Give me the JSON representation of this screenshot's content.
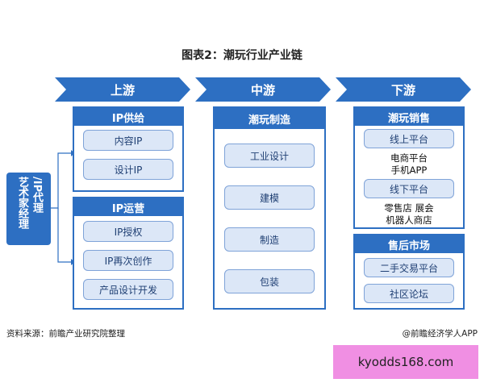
{
  "title": "图表2：潮玩行业产业链",
  "stages": {
    "upstream": "上游",
    "midstream": "中游",
    "downstream": "下游"
  },
  "left_box": {
    "line1": "艺术家经理",
    "line2": "/IP代理"
  },
  "upstream": {
    "ip_supply": {
      "title": "IP供给",
      "items": [
        "内容IP",
        "设计IP"
      ]
    },
    "ip_operation": {
      "title": "IP运营",
      "items": [
        "IP授权",
        "IP再次创作",
        "产品设计开发"
      ]
    }
  },
  "midstream": {
    "title": "潮玩制造",
    "items": [
      "工业设计",
      "建模",
      "制造",
      "包装"
    ]
  },
  "downstream": {
    "sales": {
      "title": "潮玩销售",
      "online": "线上平台",
      "online_sub1": "电商平台",
      "online_sub2": "手机APP",
      "offline": "线下平台",
      "offline_sub1": "零售店 展会",
      "offline_sub2": "机器人商店"
    },
    "aftermarket": {
      "title": "售后市场",
      "items": [
        "二手交易平台",
        "社区论坛"
      ]
    }
  },
  "footer": {
    "source": "资料来源：前瞻产业研究院整理",
    "credit": "@前瞻经济学人APP"
  },
  "banner": "kyodds168.com",
  "colors": {
    "primary_blue": "#2d6fc2",
    "item_fill": "#dce7f7",
    "banner_pink": "#f08fe3"
  }
}
